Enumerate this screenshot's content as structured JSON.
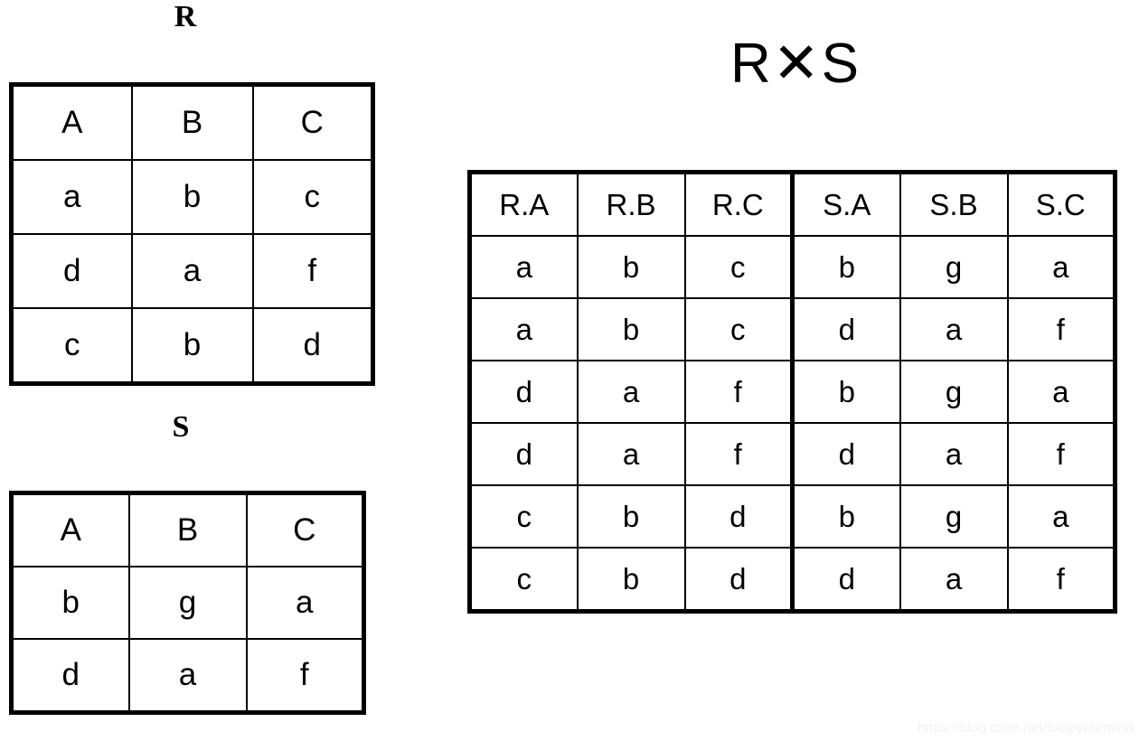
{
  "relations": {
    "r": {
      "label": "R",
      "columns": [
        "A",
        "B",
        "C"
      ],
      "rows": [
        [
          "a",
          "b",
          "c"
        ],
        [
          "d",
          "a",
          "f"
        ],
        [
          "c",
          "b",
          "d"
        ]
      ]
    },
    "s": {
      "label": "S",
      "columns": [
        "A",
        "B",
        "C"
      ],
      "rows": [
        [
          "b",
          "g",
          "a"
        ],
        [
          "d",
          "a",
          "f"
        ]
      ]
    },
    "product": {
      "title": "R✕S",
      "columns": [
        "R.A",
        "R.B",
        "R.C",
        "S.A",
        "S.B",
        "S.C"
      ],
      "group_separator_after_column": 3,
      "rows": [
        [
          "a",
          "b",
          "c",
          "b",
          "g",
          "a"
        ],
        [
          "a",
          "b",
          "c",
          "d",
          "a",
          "f"
        ],
        [
          "d",
          "a",
          "f",
          "b",
          "g",
          "a"
        ],
        [
          "d",
          "a",
          "f",
          "d",
          "a",
          "f"
        ],
        [
          "c",
          "b",
          "d",
          "b",
          "g",
          "a"
        ],
        [
          "c",
          "b",
          "d",
          "d",
          "a",
          "f"
        ]
      ]
    }
  },
  "watermark": {
    "text": "https://blog.csdn.net/fixupyourmind",
    "color": "#f0f1f2"
  },
  "colors": {
    "background": "#ffffff",
    "ink": "#000000"
  }
}
